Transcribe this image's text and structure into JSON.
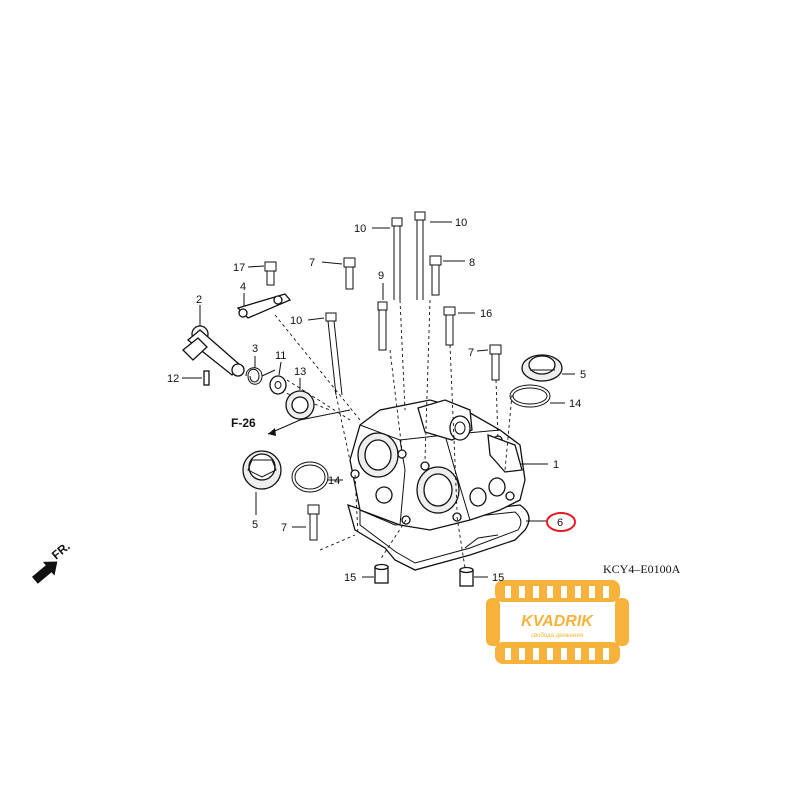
{
  "diagram": {
    "callouts": {
      "c1": "1",
      "c2": "2",
      "c3": "3",
      "c4": "4",
      "c5a": "5",
      "c5b": "5",
      "c6": "6",
      "c7a": "7",
      "c7b": "7",
      "c7c": "7",
      "c8": "8",
      "c9": "9",
      "c10a": "10",
      "c10b": "10",
      "c10c": "10",
      "c11": "11",
      "c12": "12",
      "c13": "13",
      "c14a": "14",
      "c14b": "14",
      "c15a": "15",
      "c15b": "15",
      "c16": "16",
      "c17": "17"
    },
    "ref_f26": "F-26",
    "fr_label": "FR.",
    "diagram_code": "KCY4–E0100A",
    "highlight_color": "#e41b23"
  },
  "watermark": {
    "brand": "KVADRIK",
    "tagline": "свобода движения",
    "color": "#f6a51a"
  }
}
